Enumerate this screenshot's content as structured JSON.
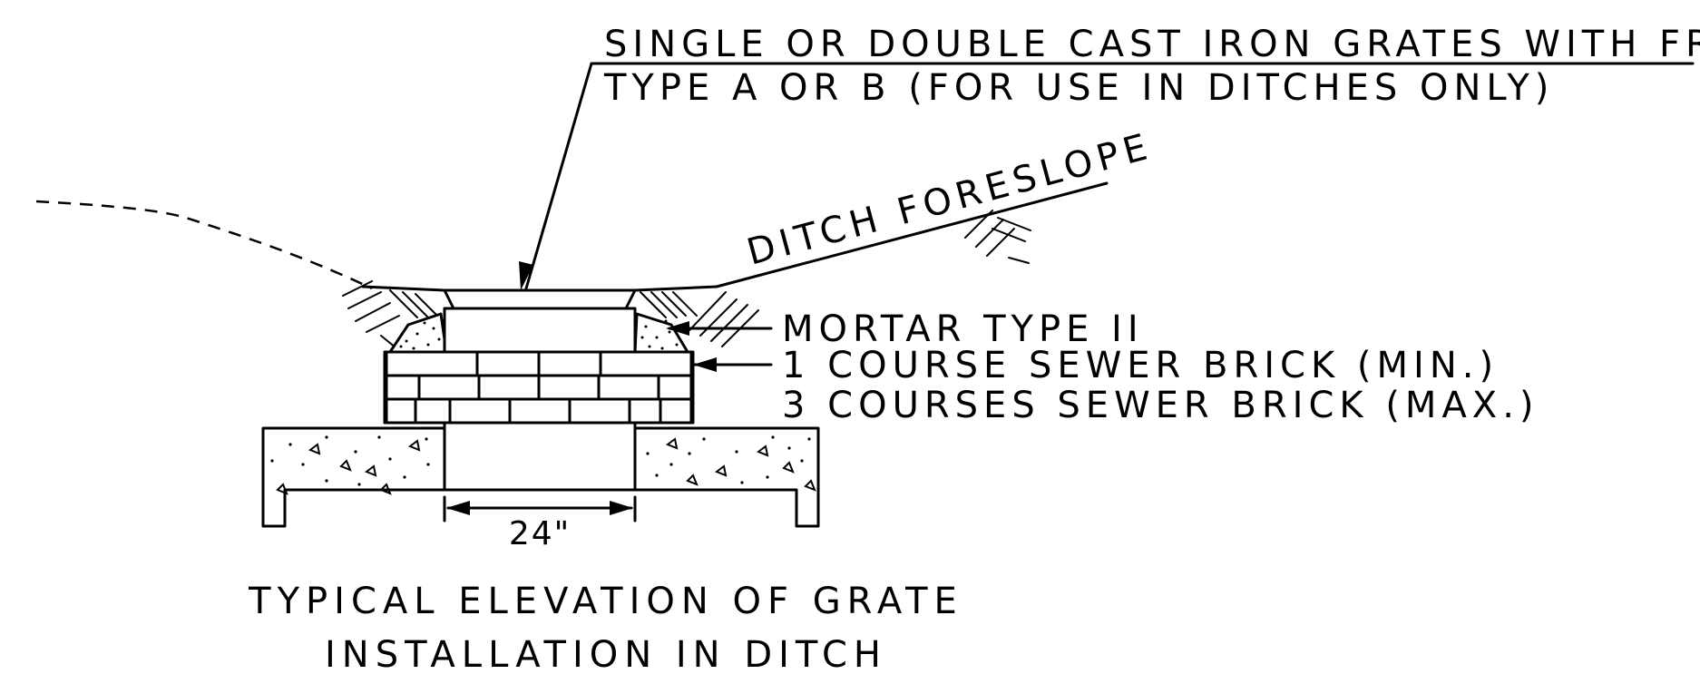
{
  "callouts": {
    "grate_line1": "SINGLE OR DOUBLE CAST IRON GRATES WITH FRAME,",
    "grate_line2": "TYPE A OR B (FOR USE IN DITCHES ONLY)",
    "ditch_foreslope": "DITCH FORESLOPE",
    "mortar": "MORTAR TYPE II",
    "brick_min": "1 COURSE SEWER BRICK (MIN.)",
    "brick_max": "3 COURSES SEWER BRICK (MAX.)",
    "dimension": "24\""
  },
  "title": {
    "line1": "TYPICAL ELEVATION OF GRATE",
    "line2": "INSTALLATION IN DITCH"
  },
  "colors": {
    "ink": "#000000",
    "paper": "#ffffff"
  }
}
